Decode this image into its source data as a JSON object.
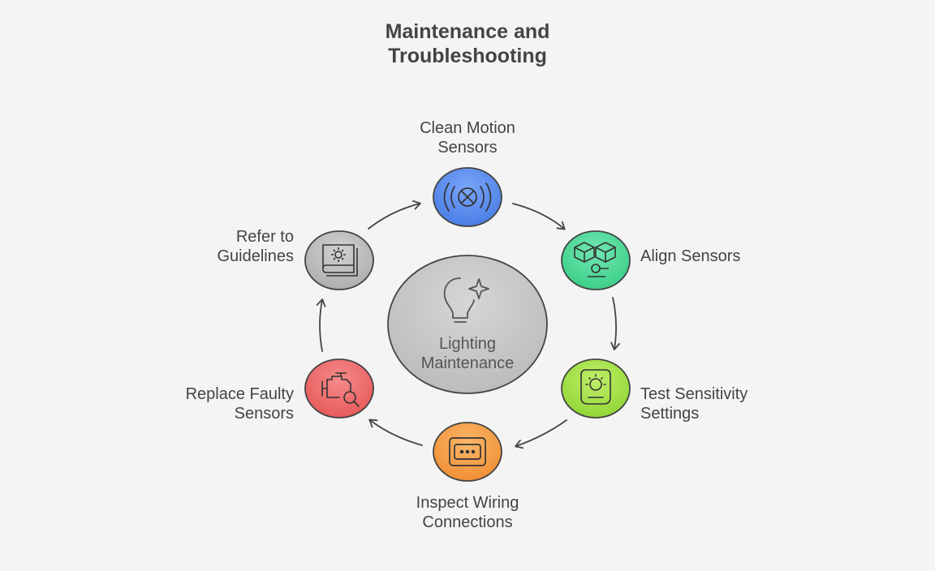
{
  "title": {
    "line1": "Maintenance and",
    "line2": "Troubleshooting"
  },
  "center": {
    "line1": "Lighting",
    "line2": "Maintenance",
    "icon": "lightbulb-sparkle-icon",
    "color": "#c9c9c9"
  },
  "steps": [
    {
      "line1": "Clean Motion",
      "line2": "Sensors",
      "icon": "motion-sensor-icon",
      "color": "#5b8def"
    },
    {
      "line1": "Align Sensors",
      "line2": "",
      "icon": "cubes-sensor-icon",
      "color": "#4fd89a"
    },
    {
      "line1": "Test Sensitivity",
      "line2": "Settings",
      "icon": "dial-device-icon",
      "color": "#a6e24a"
    },
    {
      "line1": "Inspect Wiring",
      "line2": "Connections",
      "icon": "outlet-panel-icon",
      "color": "#f7a04a"
    },
    {
      "line1": "Replace Faulty",
      "line2": "Sensors",
      "icon": "engine-search-icon",
      "color": "#f07070"
    },
    {
      "line1": "Refer to",
      "line2": "Guidelines",
      "icon": "manual-gear-icon",
      "color": "#bdbdbd"
    }
  ]
}
